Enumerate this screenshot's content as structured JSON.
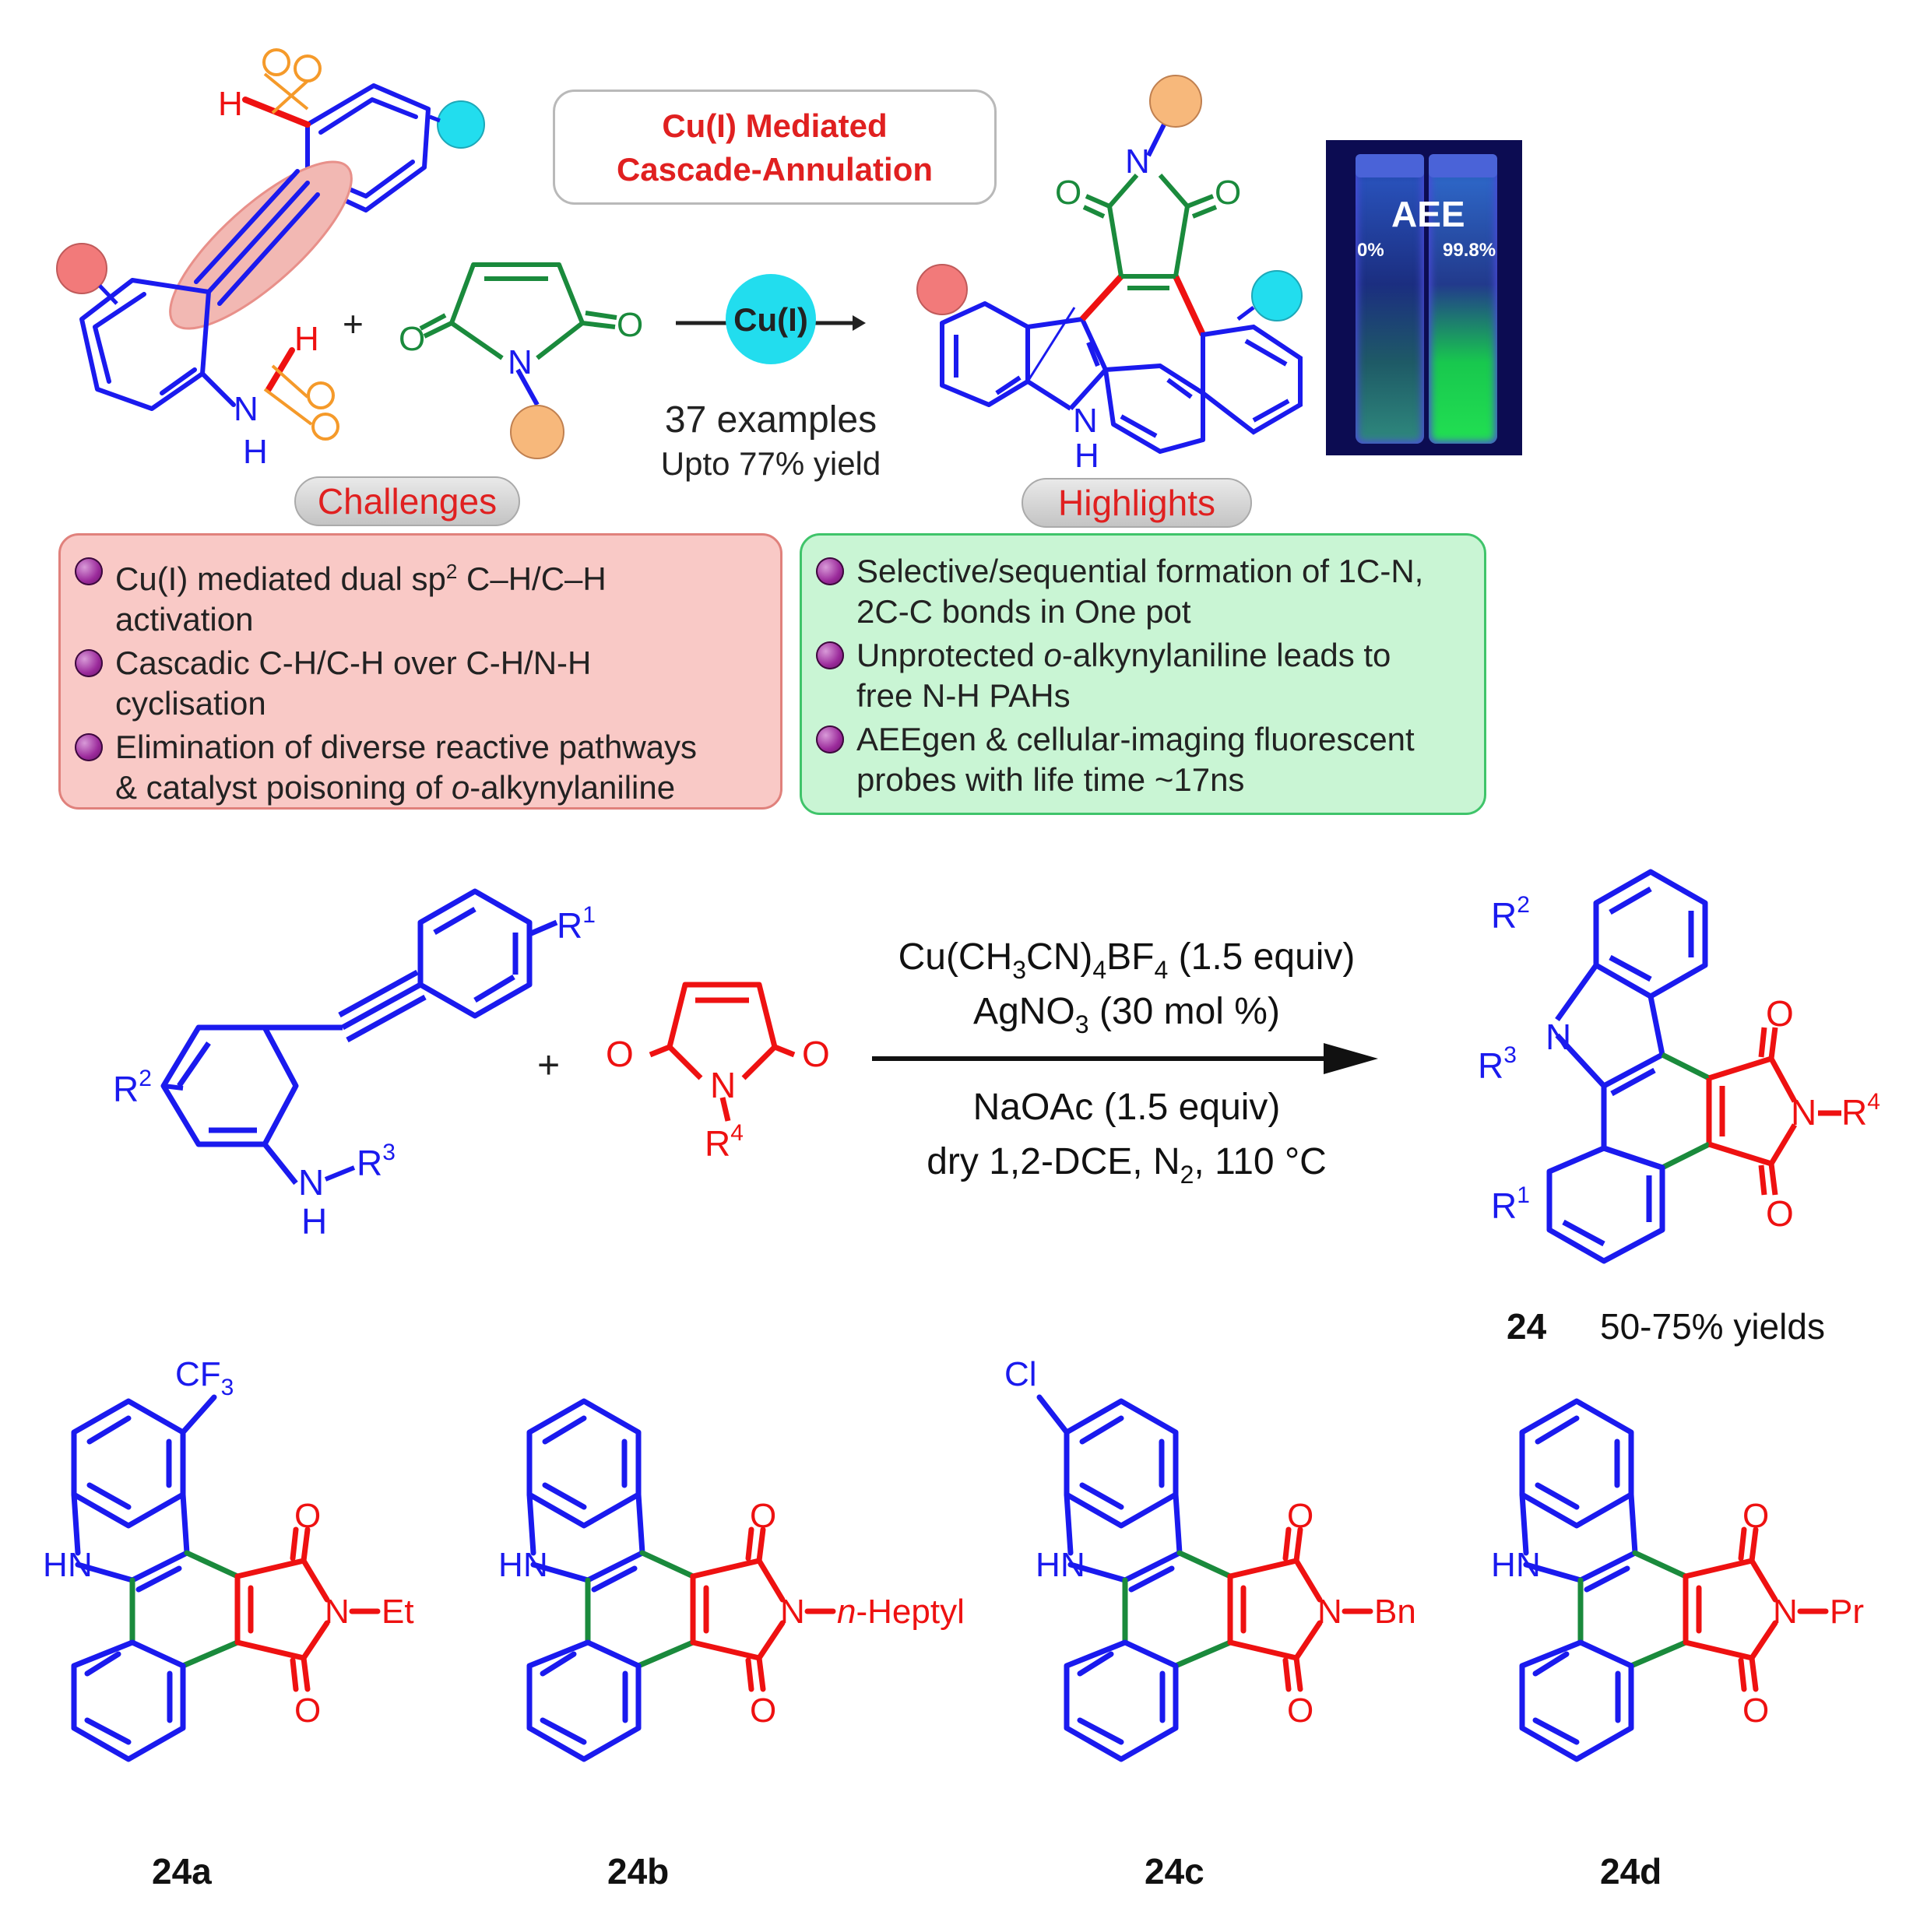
{
  "graphical_abstract": {
    "mechanism_box": {
      "line1": "Cu(I) Mediated",
      "line2": "Cascade-Annulation"
    },
    "catalyst_label": "Cu(I)",
    "examples_line": "37 examples",
    "yield_line": "Upto 77% yield",
    "photo": {
      "title": "AEE",
      "left_percent": "0%",
      "right_percent": "99.8%"
    },
    "challenges": {
      "tab": "Challenges",
      "items": [
        {
          "lines": [
            "Cu(I) mediated dual sp",
            "2",
            " C–H/C–H",
            "activation"
          ]
        },
        {
          "lines": [
            "Cascadic C-H/C-H over C-H/N-H",
            "cyclisation"
          ]
        },
        {
          "lines": [
            "Elimination of diverse reactive pathways",
            "& catalyst poisoning of ",
            "o",
            "-alkynylaniline"
          ]
        }
      ]
    },
    "highlights": {
      "tab": "Highlights",
      "items": [
        {
          "lines": [
            "Selective/sequential formation of 1C-N,",
            "2C-C bonds in One pot"
          ]
        },
        {
          "lines": [
            "Unprotected ",
            "o",
            "-alkynylaniline leads to",
            "free N-H PAHs"
          ]
        },
        {
          "lines": [
            "AEEgen & cellular-imaging fluorescent",
            "probes with life time ~17ns"
          ]
        }
      ]
    },
    "atom_labels": {
      "H": "H",
      "N": "N",
      "O": "O",
      "plus": "+"
    }
  },
  "reaction": {
    "conditions": {
      "line1": {
        "pre": "Cu(CH",
        "s1": "3",
        "mid1": "CN)",
        "s2": "4",
        "mid2": "BF",
        "s3": "4",
        "post": " (1.5 equiv)"
      },
      "line2": {
        "pre": "AgNO",
        "s1": "3",
        "post": " (30 mol %)"
      },
      "line3": "NaOAc (1.5 equiv)",
      "line4": {
        "pre": "dry 1,2-DCE, N",
        "s1": "2",
        "post": ", 110 °C"
      }
    },
    "reactant_labels": {
      "R": "R",
      "one": "1",
      "two": "2",
      "three": "3",
      "four": "4",
      "NH": "N",
      "H": "H",
      "O": "O"
    },
    "product_number": "24",
    "product_yield": "50-75% yields"
  },
  "examples": [
    {
      "id": "24a",
      "substituent": "CF",
      "sub_index": "3",
      "n_group": "Et"
    },
    {
      "id": "24b",
      "substituent": "",
      "sub_index": "",
      "n_group_italic": "n",
      "n_group": "-Heptyl"
    },
    {
      "id": "24c",
      "substituent": "Cl",
      "sub_index": "",
      "n_group": "Bn"
    },
    {
      "id": "24d",
      "substituent": "",
      "sub_index": "",
      "n_group": "Pr"
    }
  ],
  "colors": {
    "blue": "#1a1aee",
    "red": "#ee1111",
    "green": "#1a8a3c",
    "dark_green": "#2e8b57",
    "orange": "#f7b87b",
    "cyan": "#22ddee",
    "salmon": "#f27a7a"
  }
}
